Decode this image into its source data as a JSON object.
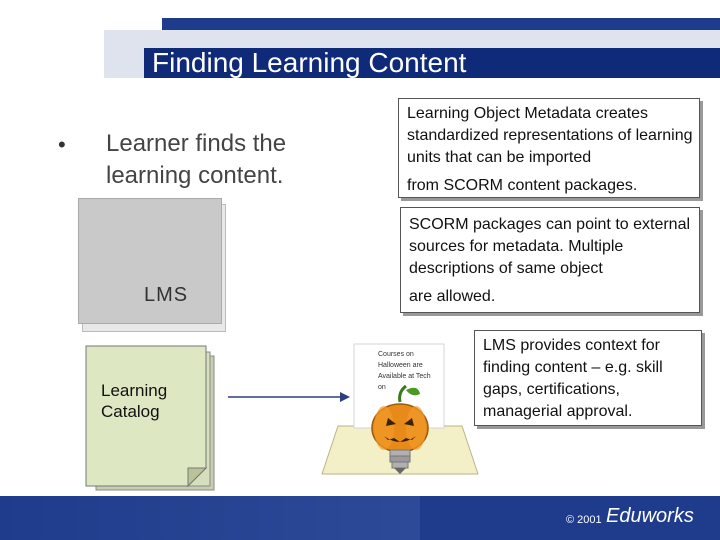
{
  "slide": {
    "title": "Finding Learning Content",
    "bullet_symbol": "•",
    "bullet_text": "Learner finds the learning content."
  },
  "callouts": {
    "metadata": {
      "line1": "Learning Object Metadata creates standardized representations of learning units that can be imported",
      "line2": "from SCORM content packages."
    },
    "scorm": {
      "line1": "SCORM packages can point to external sources for metadata. Multiple descriptions of same object",
      "line2": "are allowed."
    },
    "lms_context": {
      "text": "LMS provides context for finding content – e.g. skill gaps, certifications, managerial approval."
    }
  },
  "diagram": {
    "lms_label": "LMS",
    "catalog_label_1": "Learning",
    "catalog_label_2": "Catalog",
    "halloween_note": "Courses on Halloween are Available at Tech on"
  },
  "footer": {
    "copyright": "© 2001",
    "brand": "Eduworks"
  },
  "colors": {
    "title_band": "#0f2a78",
    "header_bar": "#1f3c8c",
    "catalog_fill": "#dde8c2",
    "pumpkin": "#e88a1a"
  },
  "icons": {
    "pumpkin": "jack-o-lantern-lightbulb-icon",
    "arrow": "right-arrow-icon"
  }
}
